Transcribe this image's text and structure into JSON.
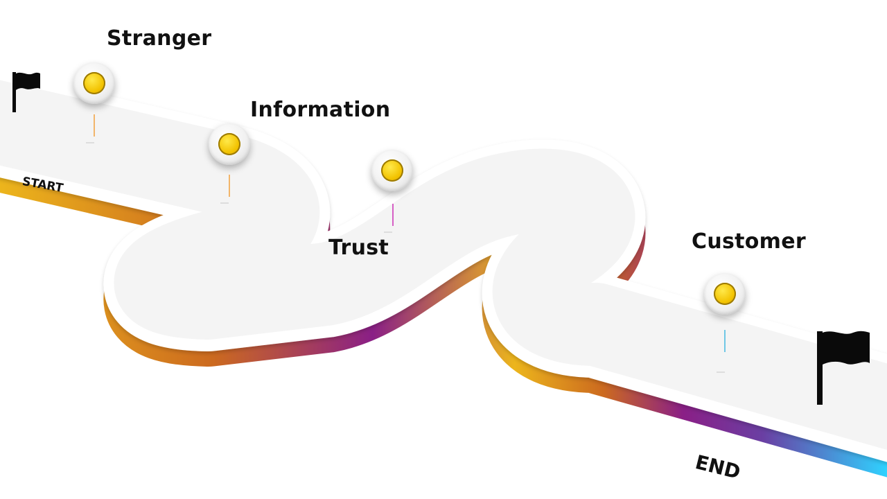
{
  "stages": [
    {
      "label": "Stranger",
      "stem_color": "#f2b56a"
    },
    {
      "label": "Information",
      "stem_color": "#f2b56a"
    },
    {
      "label": "Trust",
      "stem_color": "#d65fc5"
    },
    {
      "label": "Customer",
      "stem_color": "#6fc7e6"
    }
  ],
  "start_label": "START",
  "end_label": "END",
  "colors": {
    "road_top": "#ffffff",
    "road_shadow": "#e6e6e6",
    "edge_yellow": "#ecb51c",
    "edge_orange": "#cc6a1f",
    "edge_purple": "#8a1f86",
    "edge_violet": "#6a3fa3",
    "edge_blue": "#2f8fe6",
    "edge_cyan": "#2fd2ff",
    "pin_dot": "#f2c200",
    "flag": "#0a0a0a"
  }
}
